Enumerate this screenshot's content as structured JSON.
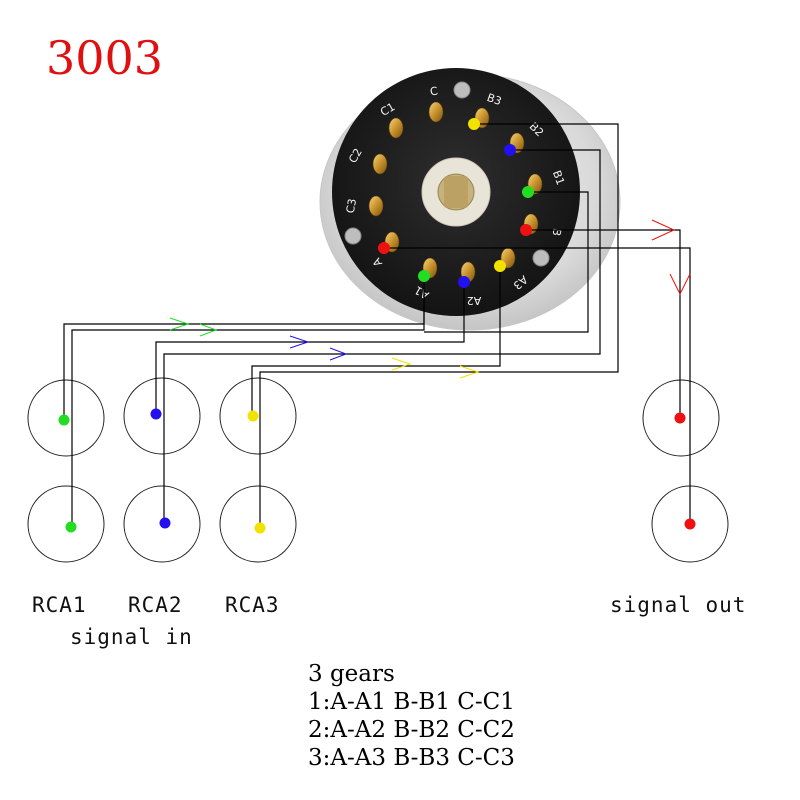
{
  "title": "3003",
  "colors": {
    "title": "#e01010",
    "green": "#22dd22",
    "blue": "#2211ee",
    "yellow": "#f2e200",
    "red": "#ee1111",
    "wire": "#000000"
  },
  "switch_pins": [
    "A",
    "A1",
    "A2",
    "A3",
    "B",
    "B1",
    "B2",
    "B3",
    "C",
    "C1",
    "C2",
    "C3"
  ],
  "labels": {
    "rca1": "RCA1",
    "rca2": "RCA2",
    "rca3": "RCA3",
    "signal_in": "signal in",
    "signal_out": "signal out"
  },
  "gears": {
    "heading": "3 gears",
    "lines": [
      "1:A-A1 B-B1 C-C1",
      "2:A-A2 B-B2 C-C2",
      "3:A-A3 B-B3 C-C3"
    ]
  }
}
